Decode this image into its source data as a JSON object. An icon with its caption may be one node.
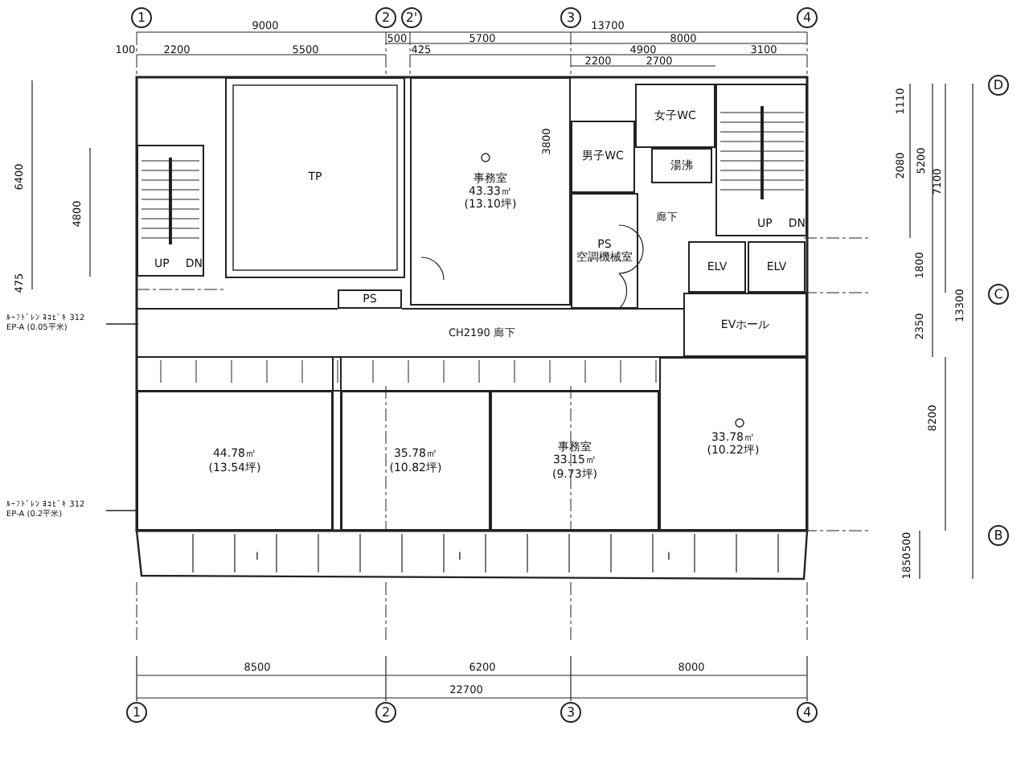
{
  "diagram": {
    "nodes": [
      {
        "text": [
          "TP"
        ]
      },
      {
        "text": [
          "事務室",
          "43.33㎡",
          "(13.10坪)"
        ]
      },
      {
        "text": [
          "男子WC"
        ]
      },
      {
        "text": [
          "女子WC"
        ]
      },
      {
        "text": [
          "湯沸"
        ]
      },
      {
        "text": [
          "PS",
          "空調機械室"
        ]
      },
      {
        "text": [
          "UP",
          "DN"
        ]
      },
      {
        "text": [
          "ELV"
        ]
      },
      {
        "text": [
          "ELV"
        ]
      },
      {
        "text": [
          "EVホール"
        ]
      },
      {
        "text": [
          "PS"
        ]
      },
      {
        "text": [
          "UP",
          "DN"
        ]
      },
      {
        "text": [
          "44.78㎡",
          "(13.54坪)"
        ]
      },
      {
        "text": [
          "35.78㎡",
          "(10.82坪)"
        ]
      },
      {
        "text": [
          "事務室",
          "33.15㎡",
          "(9.73坪)"
        ]
      },
      {
        "text": [
          "33.78㎡",
          "(10.22坪)"
        ]
      },
      {
        "text": [
          "ﾙｰﾌﾄﾞﾚﾝ ﾖｺﾋﾞｷ 312 EP-A (0.05平米)"
        ]
      },
      {
        "text": [
          "ﾙｰﾌﾄﾞﾚﾝ ﾖｺﾋﾞｷ 312 EP-A (0.2平米)"
        ]
      }
    ],
    "edges": [
      {
        "from": 16,
        "to": null,
        "arrow": "none"
      },
      {
        "from": 17,
        "to": 12,
        "arrow": "none"
      }
    ],
    "labels": [
      "1",
      "2",
      "2'",
      "3",
      "4",
      "9000",
      "13700",
      "500",
      "5700",
      "8000",
      "100",
      "2200",
      "5500",
      "425",
      "4900",
      "3100",
      "2200",
      "2700",
      "D",
      "1110",
      "6400",
      "3800",
      "2080",
      "5200",
      "7100",
      "4800",
      "廊下",
      "1800",
      "475",
      "C",
      "13300",
      "2350",
      "CH2190 廊下",
      "8200",
      "B",
      "500",
      "I",
      "I",
      "I",
      "1850",
      "8500",
      "6200",
      "8000",
      "22700",
      "1",
      "2",
      "3",
      "4"
    ]
  }
}
